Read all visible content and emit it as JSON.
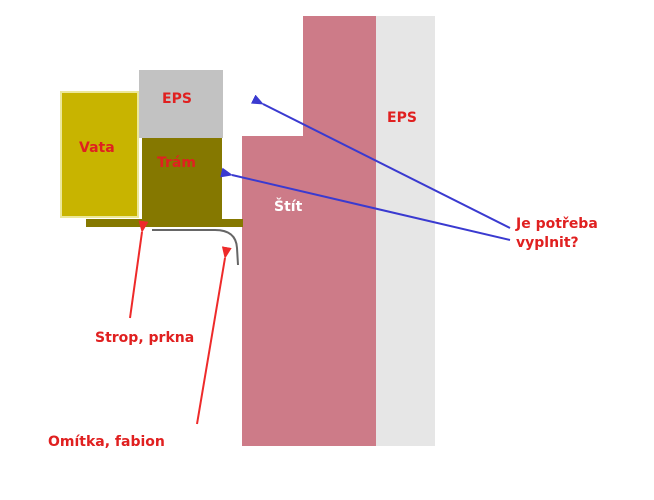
{
  "labels": {
    "vata": "Vata",
    "eps_small": "EPS",
    "tram": "Trám",
    "eps_large": "EPS",
    "stit": "Štít",
    "question_line1": "Je potřeba",
    "question_line2": "vyplnit?",
    "strop": "Strop, prkna",
    "omitka": "Omítka, fabion"
  },
  "colors": {
    "vata_fill": "#c8b400",
    "vata_border": "#ece89a",
    "tram_fill": "#857800",
    "eps_small_fill": "#c2c2c2",
    "wall_fill": "#cd7b88",
    "eps_large_fill": "#e6e6e6",
    "label_red": "#e02020",
    "arrow_blue": "#3a3ad0",
    "arrow_red": "#ee2a2a",
    "curve_gray": "#666666"
  }
}
